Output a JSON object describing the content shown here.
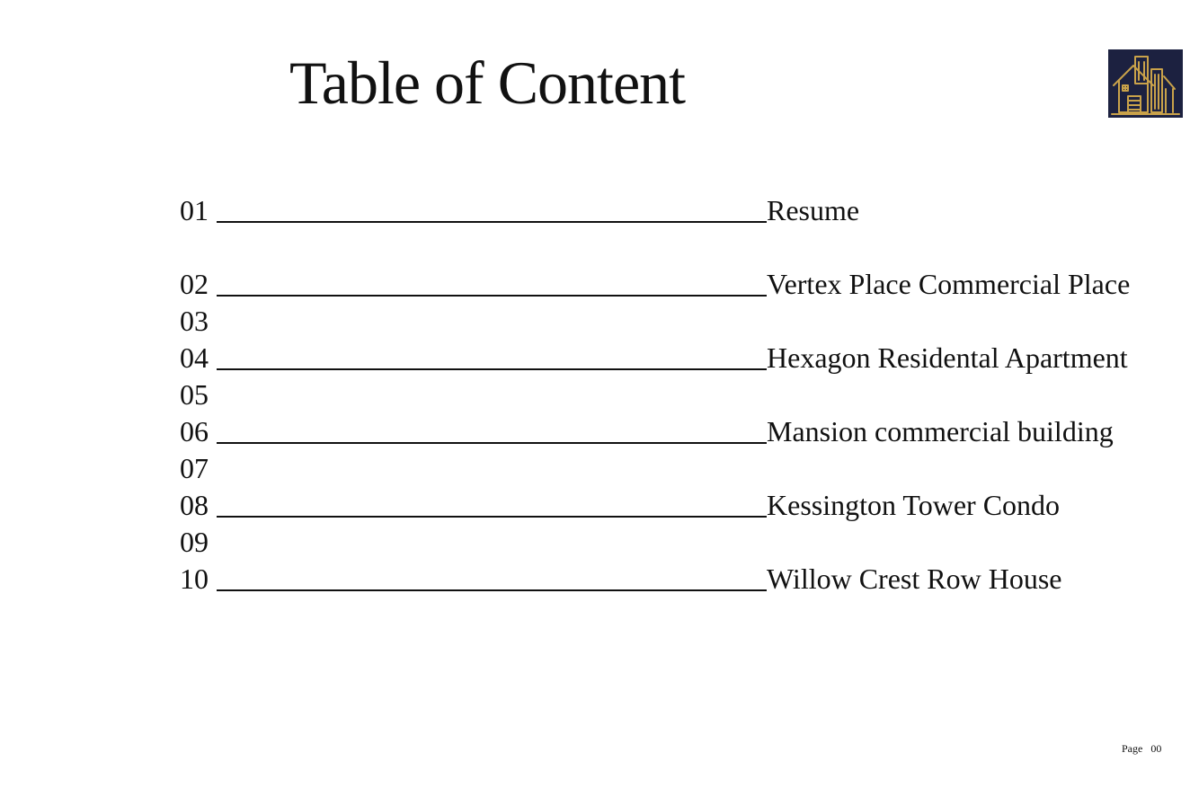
{
  "page": {
    "title": "Table of Content",
    "logo_icon": "house-building-logo-icon",
    "logo_colors": {
      "background": "#1c2140",
      "gold": "#c9a24a"
    },
    "footer": {
      "page_label": "Page",
      "page_number": "00"
    }
  },
  "toc": {
    "entries": [
      {
        "number": "01",
        "label": "Resume",
        "has_leader": true
      },
      {
        "number": "",
        "label": "",
        "has_leader": false
      },
      {
        "number": "02",
        "label": "Vertex Place Commercial Place",
        "has_leader": true
      },
      {
        "number": "03",
        "label": "",
        "has_leader": false
      },
      {
        "number": "04",
        "label": "Hexagon Residental Apartment",
        "has_leader": true
      },
      {
        "number": "05",
        "label": "",
        "has_leader": false
      },
      {
        "number": "06",
        "label": "Mansion commercial building",
        "has_leader": true
      },
      {
        "number": "07",
        "label": "",
        "has_leader": false
      },
      {
        "number": "08",
        "label": "Kessington Tower Condo",
        "has_leader": true
      },
      {
        "number": "09",
        "label": "",
        "has_leader": false
      },
      {
        "number": "10",
        "label": "Willow Crest Row House",
        "has_leader": true
      }
    ]
  }
}
